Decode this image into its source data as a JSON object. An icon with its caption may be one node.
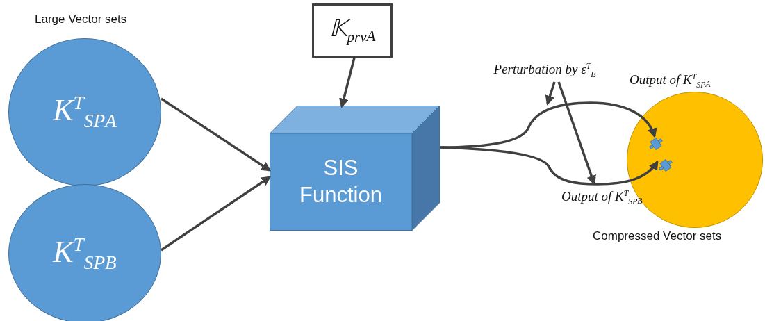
{
  "diagram": {
    "nodes": [
      {
        "text": [
          "K$^{T}$$_{SP}$$_{A}$"
        ],
        "beside": [
          "Large Vector sets"
        ]
      },
      {
        "text": [
          "K$^{T}$$_{SP}$$_{B}$"
        ]
      },
      {
        "text": [
          "𝕂$_{prv}$$_{A}$"
        ]
      },
      {
        "text": [
          "SIS Function"
        ]
      },
      {
        "text": [
          "Perturbation by ε$^{T}$$_{B}$"
        ]
      },
      {
        "text": [],
        "shape": "circle",
        "beside": [
          "Compressed Vector sets"
        ]
      },
      {
        "text": [],
        "shape": "cross",
        "in": 5
      },
      {
        "text": [],
        "shape": "cross",
        "in": 5
      }
    ],
    "edges": [
      {
        "from": 0,
        "to": 3,
        "arrow": "to"
      },
      {
        "from": 1,
        "to": 3,
        "arrow": "to"
      },
      {
        "from": 2,
        "to": 3,
        "arrow": "to"
      },
      {
        "from": 3,
        "to": 6,
        "arrow": "to",
        "label": "Output of K$^{T}$$_{SP}$$_{A}$"
      },
      {
        "from": 3,
        "to": 7,
        "arrow": "to",
        "label": "Output of K$^{T}$$_{SP}$$_{B}$"
      },
      {
        "from": 4,
        "to": null,
        "arrow": "to"
      },
      {
        "from": 4,
        "to": null,
        "arrow": "to"
      }
    ]
  }
}
